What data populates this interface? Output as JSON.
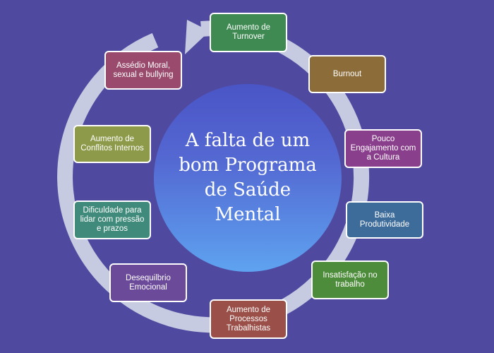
{
  "center": {
    "title": "A falta de um bom Programa de Saúde Mental"
  },
  "colors": {
    "background": "#4f4aa0",
    "ring": "#c6cbe2",
    "node_border": "#ffffff"
  },
  "nodes": [
    {
      "label": "Aumento de Turnover",
      "color": "#3e8a52"
    },
    {
      "label": "Burnout",
      "color": "#8c6c38"
    },
    {
      "label": "Pouco Engajamento com a Cultura",
      "color": "#8a3f8c"
    },
    {
      "label": "Baixa Produtividade",
      "color": "#3d6b9a"
    },
    {
      "label": "Insatisfação no trabalho",
      "color": "#4d8c3a"
    },
    {
      "label": "Aumento de Processos Trabalhistas",
      "color": "#9a4f48"
    },
    {
      "label": "Desequilbrio Emocional",
      "color": "#6b4a9a"
    },
    {
      "label": "Dificuldade para lidar com pressão e prazos",
      "color": "#3f8a7a"
    },
    {
      "label": "Aumento de Conflitos Internos",
      "color": "#8c9a4a"
    },
    {
      "label": "Assédio Moral, sexual e bullying",
      "color": "#9a4a6c"
    }
  ]
}
